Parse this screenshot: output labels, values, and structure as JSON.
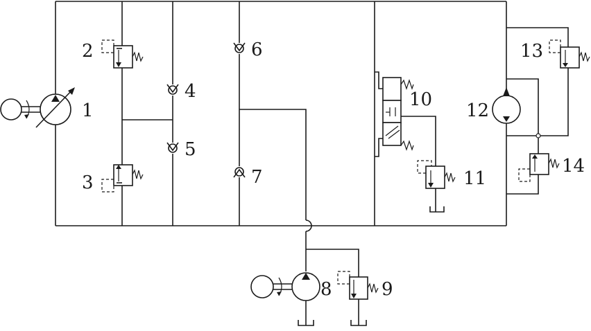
{
  "labels": {
    "c1": "1",
    "c2": "2",
    "c3": "3",
    "c4": "4",
    "c5": "5",
    "c6": "6",
    "c7": "7",
    "c8": "8",
    "c9": "9",
    "c10": "10",
    "c11": "11",
    "c12": "12",
    "c13": "13",
    "c14": "14"
  }
}
